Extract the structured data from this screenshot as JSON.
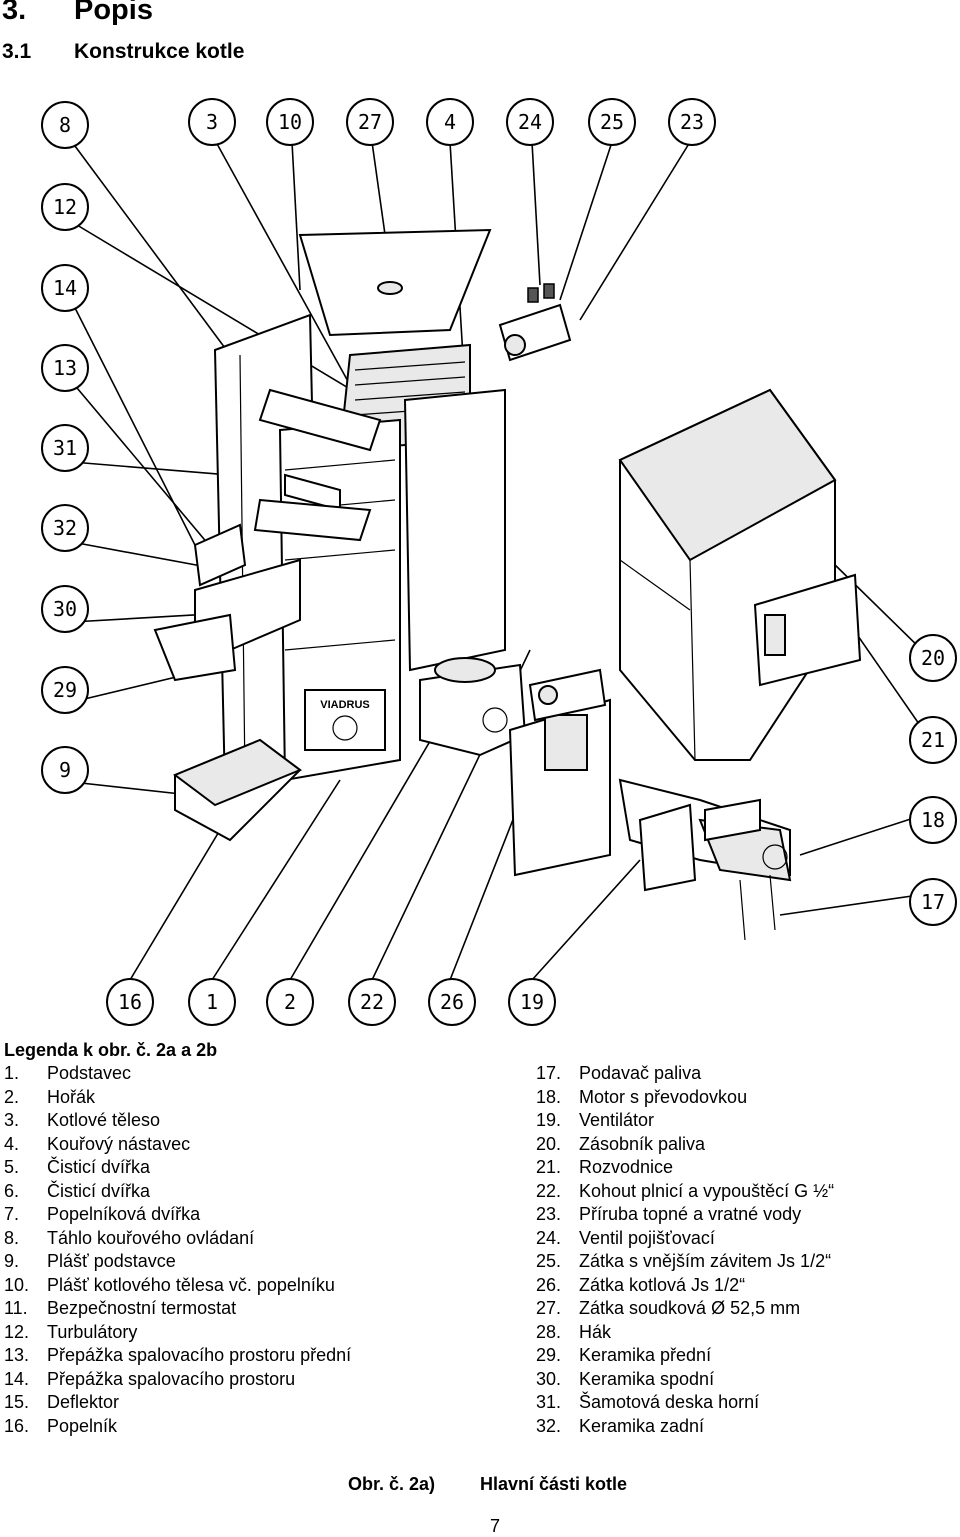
{
  "heading": {
    "number": "3.",
    "title": "Popis"
  },
  "subheading": {
    "number": "3.1",
    "title": "Konstrukce kotle"
  },
  "callouts": {
    "top": [
      "8",
      "3",
      "10",
      "27",
      "4",
      "24",
      "25",
      "23"
    ],
    "left": [
      "12",
      "14",
      "13",
      "31",
      "32",
      "30",
      "29",
      "9"
    ],
    "right": [
      "20",
      "21",
      "18",
      "17"
    ],
    "bottom": [
      "16",
      "1",
      "2",
      "22",
      "26",
      "19"
    ]
  },
  "diagram_labels": {
    "brand": "VIADRUS"
  },
  "legend": {
    "title": "Legenda k obr. č. 2a a 2b",
    "left": [
      {
        "num": "1.",
        "text": "Podstavec"
      },
      {
        "num": "2.",
        "text": "Hořák"
      },
      {
        "num": "3.",
        "text": "Kotlové těleso"
      },
      {
        "num": "4.",
        "text": "Kouřový nástavec"
      },
      {
        "num": "5.",
        "text": "Čisticí dvířka"
      },
      {
        "num": "6.",
        "text": "Čisticí dvířka"
      },
      {
        "num": "7.",
        "text": "Popelníková dvířka"
      },
      {
        "num": "8.",
        "text": "Táhlo kouřového ovládaní"
      },
      {
        "num": "9.",
        "text": "Plášť podstavce"
      },
      {
        "num": "10.",
        "text": "Plášť kotlového tělesa vč. popelníku"
      },
      {
        "num": "11.",
        "text": "Bezpečnostní termostat"
      },
      {
        "num": "12.",
        "text": "Turbulátory"
      },
      {
        "num": "13.",
        "text": "Přepážka spalovacího prostoru přední"
      },
      {
        "num": "14.",
        "text": "Přepážka spalovacího prostoru"
      },
      {
        "num": "15.",
        "text": "Deflektor"
      },
      {
        "num": "16.",
        "text": "Popelník"
      }
    ],
    "right": [
      {
        "num": "17.",
        "text": "Podavač paliva"
      },
      {
        "num": "18.",
        "text": "Motor s převodovkou"
      },
      {
        "num": "19.",
        "text": "Ventilátor"
      },
      {
        "num": "20.",
        "text": "Zásobník paliva"
      },
      {
        "num": "21.",
        "text": "Rozvodnice"
      },
      {
        "num": "22.",
        "text": "Kohout plnicí a vypouštěcí G ½“"
      },
      {
        "num": "23.",
        "text": "Příruba topné a vratné vody"
      },
      {
        "num": "24.",
        "text": "Ventil pojišťovací"
      },
      {
        "num": "25.",
        "text": "Zátka s vnějším závitem Js 1/2“"
      },
      {
        "num": "26.",
        "text": "Zátka kotlová Js 1/2“"
      },
      {
        "num": "27.",
        "text": "Zátka soudková Ø 52,5 mm"
      },
      {
        "num": "28.",
        "text": "Hák"
      },
      {
        "num": "29.",
        "text": "Keramika přední"
      },
      {
        "num": "30.",
        "text": "Keramika spodní"
      },
      {
        "num": "31.",
        "text": "Šamotová deska horní"
      },
      {
        "num": "32.",
        "text": "Keramika zadní"
      }
    ]
  },
  "caption": {
    "label": "Obr. č. 2a)",
    "title": "Hlavní části kotle"
  },
  "page_number": "7"
}
